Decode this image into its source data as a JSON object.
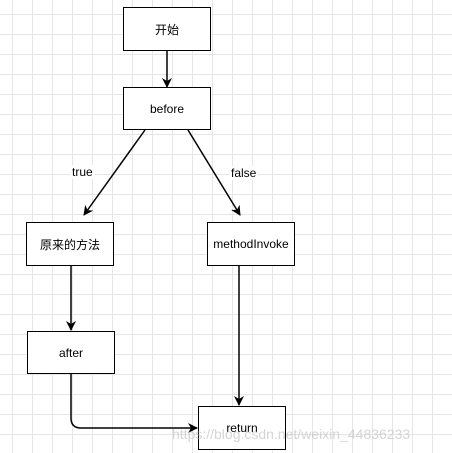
{
  "nodes": {
    "start": "开始",
    "before": "before",
    "original": "原来的方法",
    "method_invoke": "methodInvoke",
    "after": "after",
    "return": "return"
  },
  "edge_labels": {
    "true": "true",
    "false": "false"
  },
  "watermark": "https://blog.csdn.net/weixin_44836233"
}
